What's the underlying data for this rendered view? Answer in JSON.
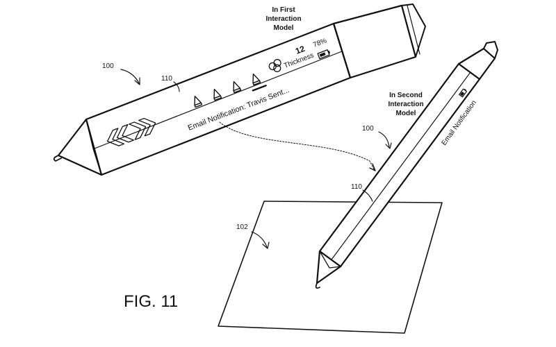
{
  "labels": {
    "first_model_line1": "In First",
    "first_model_line2": "Interaction",
    "first_model_line3": "Model",
    "second_model_line1": "In Second",
    "second_model_line2": "Interaction",
    "second_model_line3": "Model",
    "ref_100_first": "100",
    "ref_110_first": "110",
    "ref_100_second": "100",
    "ref_110_second": "110",
    "ref_102": "102",
    "figure": "FIG. 11"
  },
  "pen_first": {
    "thickness_value": "12",
    "thickness_label": "Thickness",
    "battery_percent": "78%",
    "notification": "Email Notification: Travis Sent..."
  },
  "pen_second": {
    "notification": "Email Notification"
  },
  "icons": [
    "chevron-left-icon",
    "chevron-right-icon",
    "pen-tip-icon",
    "palette-icon",
    "battery-icon"
  ]
}
